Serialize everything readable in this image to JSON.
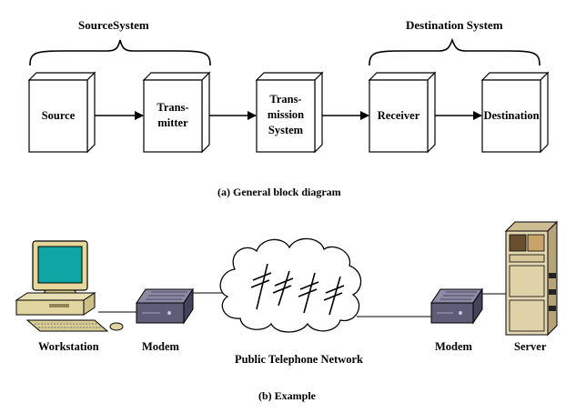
{
  "part_a": {
    "source_system_label": "SourceSystem",
    "destination_system_label": "Destination System",
    "boxes": [
      {
        "id": "source",
        "label": "Source"
      },
      {
        "id": "transmitter",
        "label": "Trans-\nmitter"
      },
      {
        "id": "transmission-system",
        "label": "Trans-\nmission\nSystem"
      },
      {
        "id": "receiver",
        "label": "Receiver"
      },
      {
        "id": "destination",
        "label": "Destination"
      }
    ],
    "caption": "(a) General block diagram"
  },
  "part_b": {
    "devices": {
      "workstation": "Workstation",
      "modem_left": "Modem",
      "network": "Public Telephone Network",
      "modem_right": "Modem",
      "server": "Server"
    },
    "caption": "(b) Example"
  }
}
